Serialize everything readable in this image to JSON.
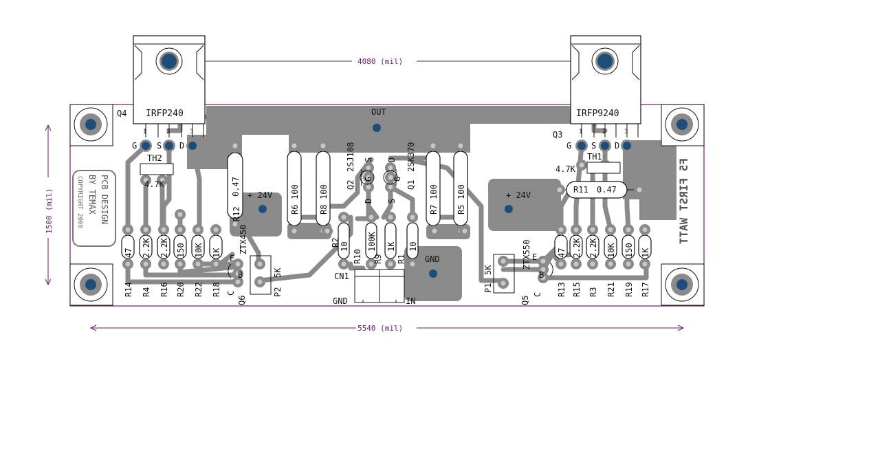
{
  "dimensions": {
    "top": "4080 (mil)",
    "left": "1500 (mil)",
    "bottom": "5540 (mil)"
  },
  "board_text": {
    "out": "OUT",
    "gnd_pour": "GND",
    "plus24_left": "+ 24V",
    "plus24_right": "+ 24V",
    "gnd_conn": "GND",
    "in_conn": "IN",
    "cn1": "CN1",
    "first_watt": "F5 FIRST WATT",
    "copyright_1": "COPYRIGHT 2008",
    "copyright_2": "BY TEMAX",
    "copyright_3": "PCB DESIGN"
  },
  "transistors": {
    "q4_ref": "Q4",
    "q4_part": "IRFP240",
    "q3_ref": "Q3",
    "q3_part": "IRFP9240",
    "q2_ref": "Q2",
    "q2_part": "2SJ108",
    "q1_ref": "Q1",
    "q1_part": "2SK370",
    "q6_ref": "Q6",
    "q6_part": "ZTX450",
    "q5_ref": "Q5",
    "q5_part": "ZTX550",
    "pin1": "1",
    "pin2": "2",
    "pin3": "3",
    "g": "G",
    "s": "S",
    "d": "D",
    "e": "E",
    "b": "B",
    "c": "C"
  },
  "resistors": {
    "left": [
      {
        "ref": "R14",
        "val": "47"
      },
      {
        "ref": "R4",
        "val": "2.2K"
      },
      {
        "ref": "R16",
        "val": "2.2K"
      },
      {
        "ref": "R20",
        "val": "150"
      },
      {
        "ref": "R22",
        "val": "10K"
      },
      {
        "ref": "R18",
        "val": "1K"
      }
    ],
    "right": [
      {
        "ref": "R13",
        "val": "47"
      },
      {
        "ref": "R15",
        "val": "2.2K"
      },
      {
        "ref": "R3",
        "val": "2.2K"
      },
      {
        "ref": "R21",
        "val": "10K"
      },
      {
        "ref": "R19",
        "val": "150"
      },
      {
        "ref": "R17",
        "val": "1K"
      }
    ],
    "r12": {
      "ref": "R12",
      "val": "0.47"
    },
    "r11": {
      "ref": "R11",
      "val": "0.47"
    },
    "r6": {
      "ref": "R6",
      "val": "100"
    },
    "r8": {
      "ref": "R8",
      "val": "100"
    },
    "r7": {
      "ref": "R7",
      "val": "100"
    },
    "r5": {
      "ref": "R5",
      "val": "100"
    },
    "r2": {
      "ref": "R2",
      "val": "10"
    },
    "r10": {
      "ref": "R10",
      "val": ""
    },
    "r9": {
      "ref": "R9",
      "val": "100K"
    },
    "r1": {
      "ref": "R1",
      "val": "10"
    },
    "r_1k_mid": {
      "ref": "",
      "val": "1K"
    },
    "p2": {
      "ref": "P2",
      "val": "5K"
    },
    "p1": {
      "ref": "P1",
      "val": "5K"
    }
  },
  "thermistors": {
    "th2_ref": "TH2",
    "th2_val": "4.7K",
    "th1_ref": "TH1",
    "th1_val": "4.7K"
  },
  "colors": {
    "dimension": "#6a1a6a",
    "copper": "#8a8a8a",
    "pad_hole_blue": "#1e4d7a",
    "board_outline": "#6a1a6a"
  }
}
